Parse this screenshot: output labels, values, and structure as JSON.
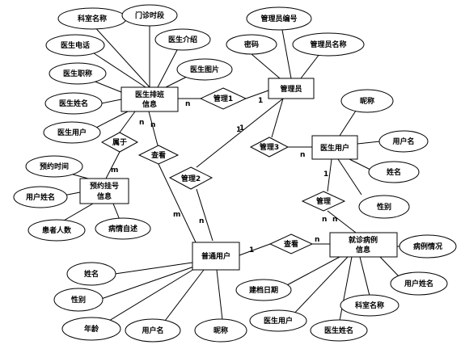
{
  "entities": {
    "doctor_info": [
      "医生排班",
      "信息"
    ],
    "admin": "管理员",
    "doctor_user": "医生用户",
    "booking_info": [
      "预约挂号",
      "信息"
    ],
    "normal_user": "普通用户",
    "case_info": [
      "就诊病例",
      "信息"
    ]
  },
  "relations": {
    "manage1": "管理1",
    "manage2": "管理2",
    "manage3": "管理3",
    "manage4": "管理",
    "belongs": "属于",
    "view1": "查看",
    "view2": "查看"
  },
  "attributes": {
    "dept_name": "科室名称",
    "clinic_time": "门诊时段",
    "doc_phone": "医生电话",
    "doc_intro": "医生介绍",
    "doc_title": "医生职称",
    "doc_image": "医生图片",
    "doc_name": "医生姓名",
    "doc_user": "医生用户",
    "admin_id": "管理员编号",
    "password": "密码",
    "admin_name": "管理员名称",
    "nickname": "昵称",
    "du_username": "用户名",
    "du_name": "姓名",
    "du_gender": "性别",
    "booking_time": "预约时间",
    "bk_username": "用户姓名",
    "patient_count": "患者人数",
    "illness_desc": "病情自述",
    "nu_name": "姓名",
    "nu_gender": "性别",
    "nu_age": "年龄",
    "nu_username": "用户名",
    "nu_nickname": "昵称",
    "case_detail": "病例情况",
    "case_username": "用户姓名",
    "case_dept": "科室名称",
    "case_docname": "医生姓名",
    "case_docuser": "医生用户",
    "record_date": "建档日期"
  },
  "cardinalities": {
    "c1": "n",
    "c2": "1",
    "c3": "n",
    "c4": "n",
    "c5": "1",
    "c6": "n",
    "c7": "1",
    "c8": "n",
    "c9": "m",
    "c10": "m",
    "c11": "n",
    "c12": "1",
    "c13": "n",
    "c14": "1",
    "c15": "n"
  }
}
